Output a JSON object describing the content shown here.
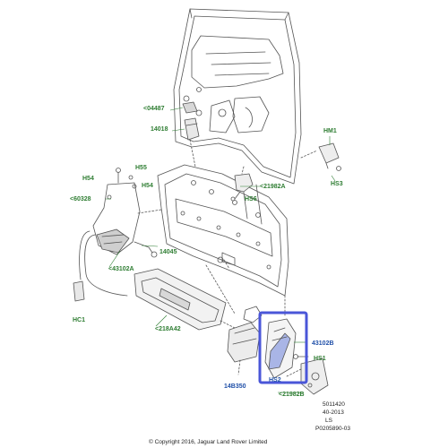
{
  "diagram": {
    "colors": {
      "label_green": "#2e7d32",
      "label_blue": "#1f4fa8",
      "highlight_box": "#4a56d8",
      "line": "#555555"
    },
    "callouts": [
      {
        "id": "04487",
        "text": "<04487",
        "color": "green"
      },
      {
        "id": "14018",
        "text": "14018",
        "color": "green"
      },
      {
        "id": "hm1",
        "text": "HM1",
        "color": "green"
      },
      {
        "id": "hs3",
        "text": "HS3",
        "color": "green"
      },
      {
        "id": "h55",
        "text": "H55",
        "color": "green"
      },
      {
        "id": "h54a",
        "text": "H54",
        "color": "green"
      },
      {
        "id": "h54b",
        "text": "H54",
        "color": "green"
      },
      {
        "id": "60328",
        "text": "<60328",
        "color": "green"
      },
      {
        "id": "21982a",
        "text": "<21982A",
        "color": "green"
      },
      {
        "id": "hs6",
        "text": "HS6",
        "color": "green"
      },
      {
        "id": "14045",
        "text": "14045",
        "color": "green"
      },
      {
        "id": "43102a",
        "text": "<43102A",
        "color": "green"
      },
      {
        "id": "hc1",
        "text": "HC1",
        "color": "green"
      },
      {
        "id": "218a42",
        "text": "<218A42",
        "color": "green"
      },
      {
        "id": "43102b",
        "text": "43102B",
        "color": "blue"
      },
      {
        "id": "hs1",
        "text": "HS1",
        "color": "green"
      },
      {
        "id": "hs2",
        "text": "HS2",
        "color": "blue"
      },
      {
        "id": "14b350",
        "text": "14B350",
        "color": "blue"
      },
      {
        "id": "21982b",
        "text": "<21982B",
        "color": "green"
      }
    ],
    "footer": {
      "line1": "5011420",
      "line2": "40-2013",
      "line3": "LS",
      "line4": "P0205890-03",
      "copyright": "© Copyright 2016, Jaguar Land Rover Limited"
    }
  }
}
